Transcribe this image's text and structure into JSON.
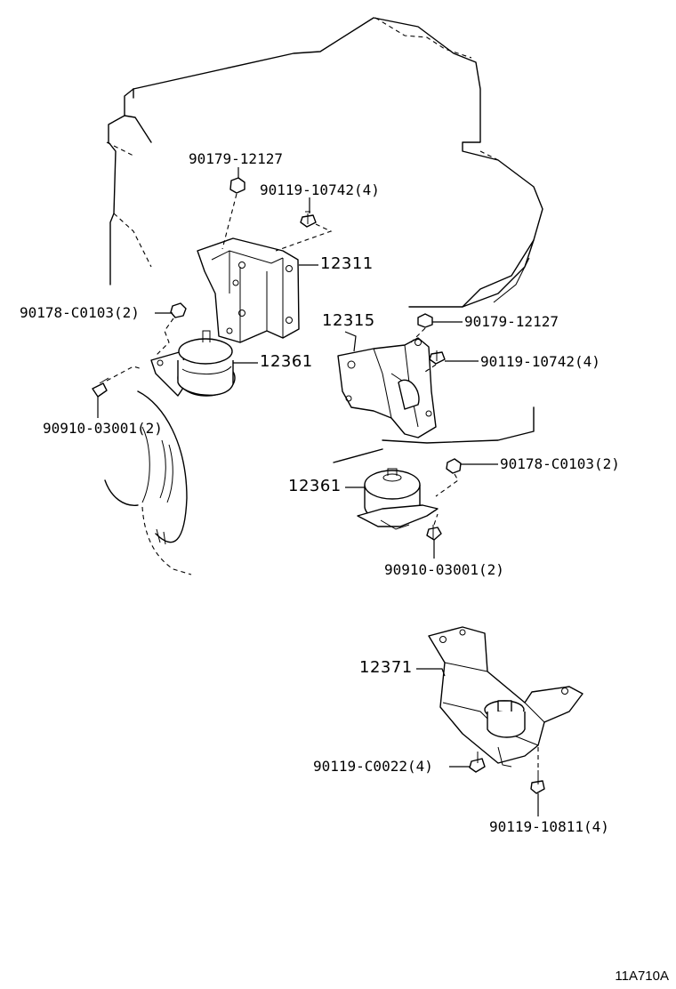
{
  "figure_code": "11A710A",
  "callouts": {
    "p1": "90179-12127",
    "p2": "90119-10742(4)",
    "p3": "12311",
    "p4": "90178-C0103(2)",
    "p5": "12361",
    "p6": "90910-03001(2)",
    "p7": "12315",
    "p8": "90179-12127",
    "p9": "90119-10742(4)",
    "p10": "90178-C0103(2)",
    "p11": "12361",
    "p12": "90910-03001(2)",
    "p13": "12371",
    "p14": "90119-C0022(4)",
    "p15": "90119-10811(4)"
  }
}
